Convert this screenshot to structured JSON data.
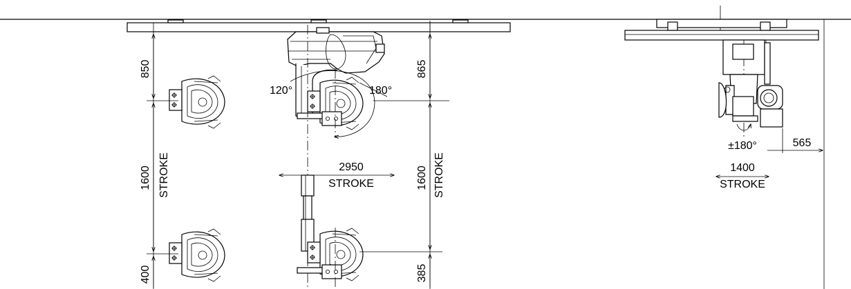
{
  "labels": {
    "dim_850": "850",
    "dim_865": "865",
    "angle_120": "120°",
    "angle_180": "180°",
    "dim_1600_left": "1600",
    "stroke_left": "STROKE",
    "dim_2950": "2950",
    "stroke_horizontal": "STROKE",
    "dim_1600_right": "1600",
    "stroke_right": "STROKE",
    "dim_400": "400",
    "dim_385": "385",
    "rotation_180": "±180°",
    "dim_565": "565",
    "dim_1400": "1400",
    "stroke_side": "STROKE"
  }
}
